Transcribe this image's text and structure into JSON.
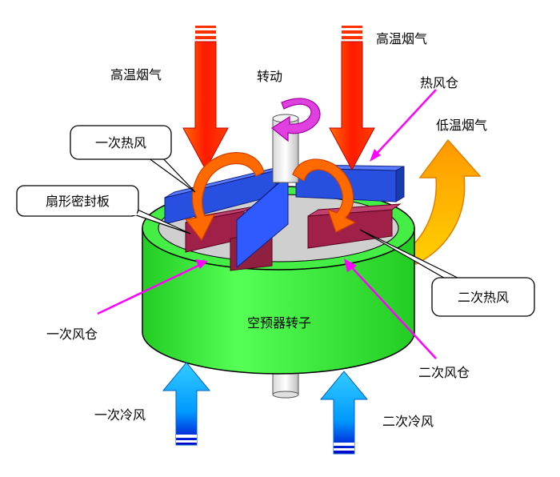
{
  "labels": {
    "hot_flue_left": "高温烟气",
    "hot_flue_right": "高温烟气",
    "rotation": "转动",
    "hot_air_bin": "热风仓",
    "low_temp_flue": "低温烟气",
    "primary_hot_air": "一次热风",
    "sector_plate": "扇形密封板",
    "secondary_hot_air": "二次热风",
    "rotor": "空预器转子",
    "primary_air_bin": "一次风仓",
    "secondary_air_bin": "二次风仓",
    "primary_cold_air": "一次冷风",
    "secondary_cold_air": "二次冷风"
  },
  "colors": {
    "hot_flue_arrow": "#ff2a00",
    "low_temp_arrow": "#ffc000",
    "cold_air_arrow": "#00b0f0",
    "rotor": "#33ee33",
    "seal_plate": "#2850e0",
    "bin_wall": "#a0204a",
    "pointer_line": "#ff00ff",
    "swirl_arrow": "#ff6a00"
  }
}
